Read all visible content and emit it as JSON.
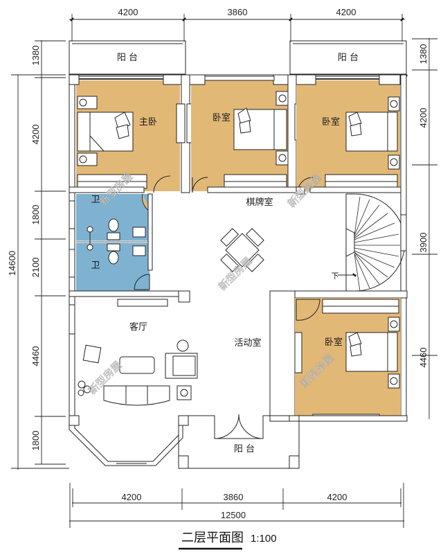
{
  "title": {
    "label": "二层平面图",
    "scale": "1:100"
  },
  "colors": {
    "bedroom_fill": "#e2b877",
    "bathroom_fill": "#7fb2d1",
    "wall": "#222222",
    "background": "#ffffff"
  },
  "dimensions": {
    "top": [
      "4200",
      "3860",
      "4200"
    ],
    "bottom": [
      "4200",
      "3860",
      "4200"
    ],
    "bottom_total": "12500",
    "left": [
      "1380",
      "4200",
      "1800",
      "2100",
      "4460",
      "1800"
    ],
    "left_total": "14600",
    "right": [
      "1380",
      "4200",
      "3900",
      "4460"
    ]
  },
  "rooms": {
    "balcony_top_left": "阳 台",
    "balcony_top_right": "阳 台",
    "master_bedroom": "主卧",
    "bedroom_2": "卧室",
    "bedroom_3": "卧室",
    "bathroom_1": "卫",
    "bathroom_2": "卫",
    "card_room": "棋牌室",
    "living_room": "客厅",
    "activity_room": "活动室",
    "bedroom_4": "卧室",
    "balcony_bottom": "阳 台"
  },
  "stair": {
    "direction_label": "下"
  },
  "watermark": "新型房屋"
}
